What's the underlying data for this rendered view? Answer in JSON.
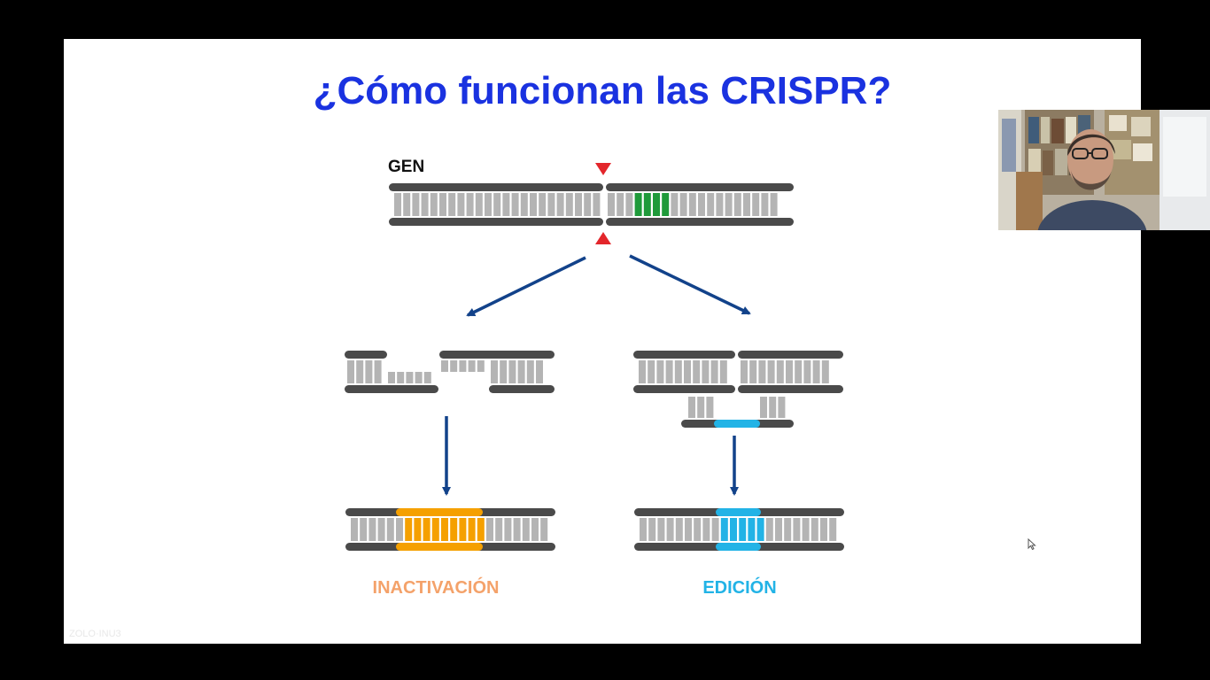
{
  "slide": {
    "title": "¿Cómo funcionan las CRISPR?",
    "gene_label": "GEN",
    "outcome_left_label": "INACTIVACIÓN",
    "outcome_right_label": "EDICIÓN"
  },
  "colors": {
    "title": "#1a32e0",
    "strand": "#4a4a4a",
    "base": "#b4b4b4",
    "target_site": "#1f9a3a",
    "cut_marker": "#e3262b",
    "arrow": "#12428a",
    "inactivation": "#f5a000",
    "edit": "#22b3e6"
  },
  "webcam": {
    "icon": "person-video-feed"
  },
  "footer": {
    "watermark": "ZOLO·INU3"
  }
}
